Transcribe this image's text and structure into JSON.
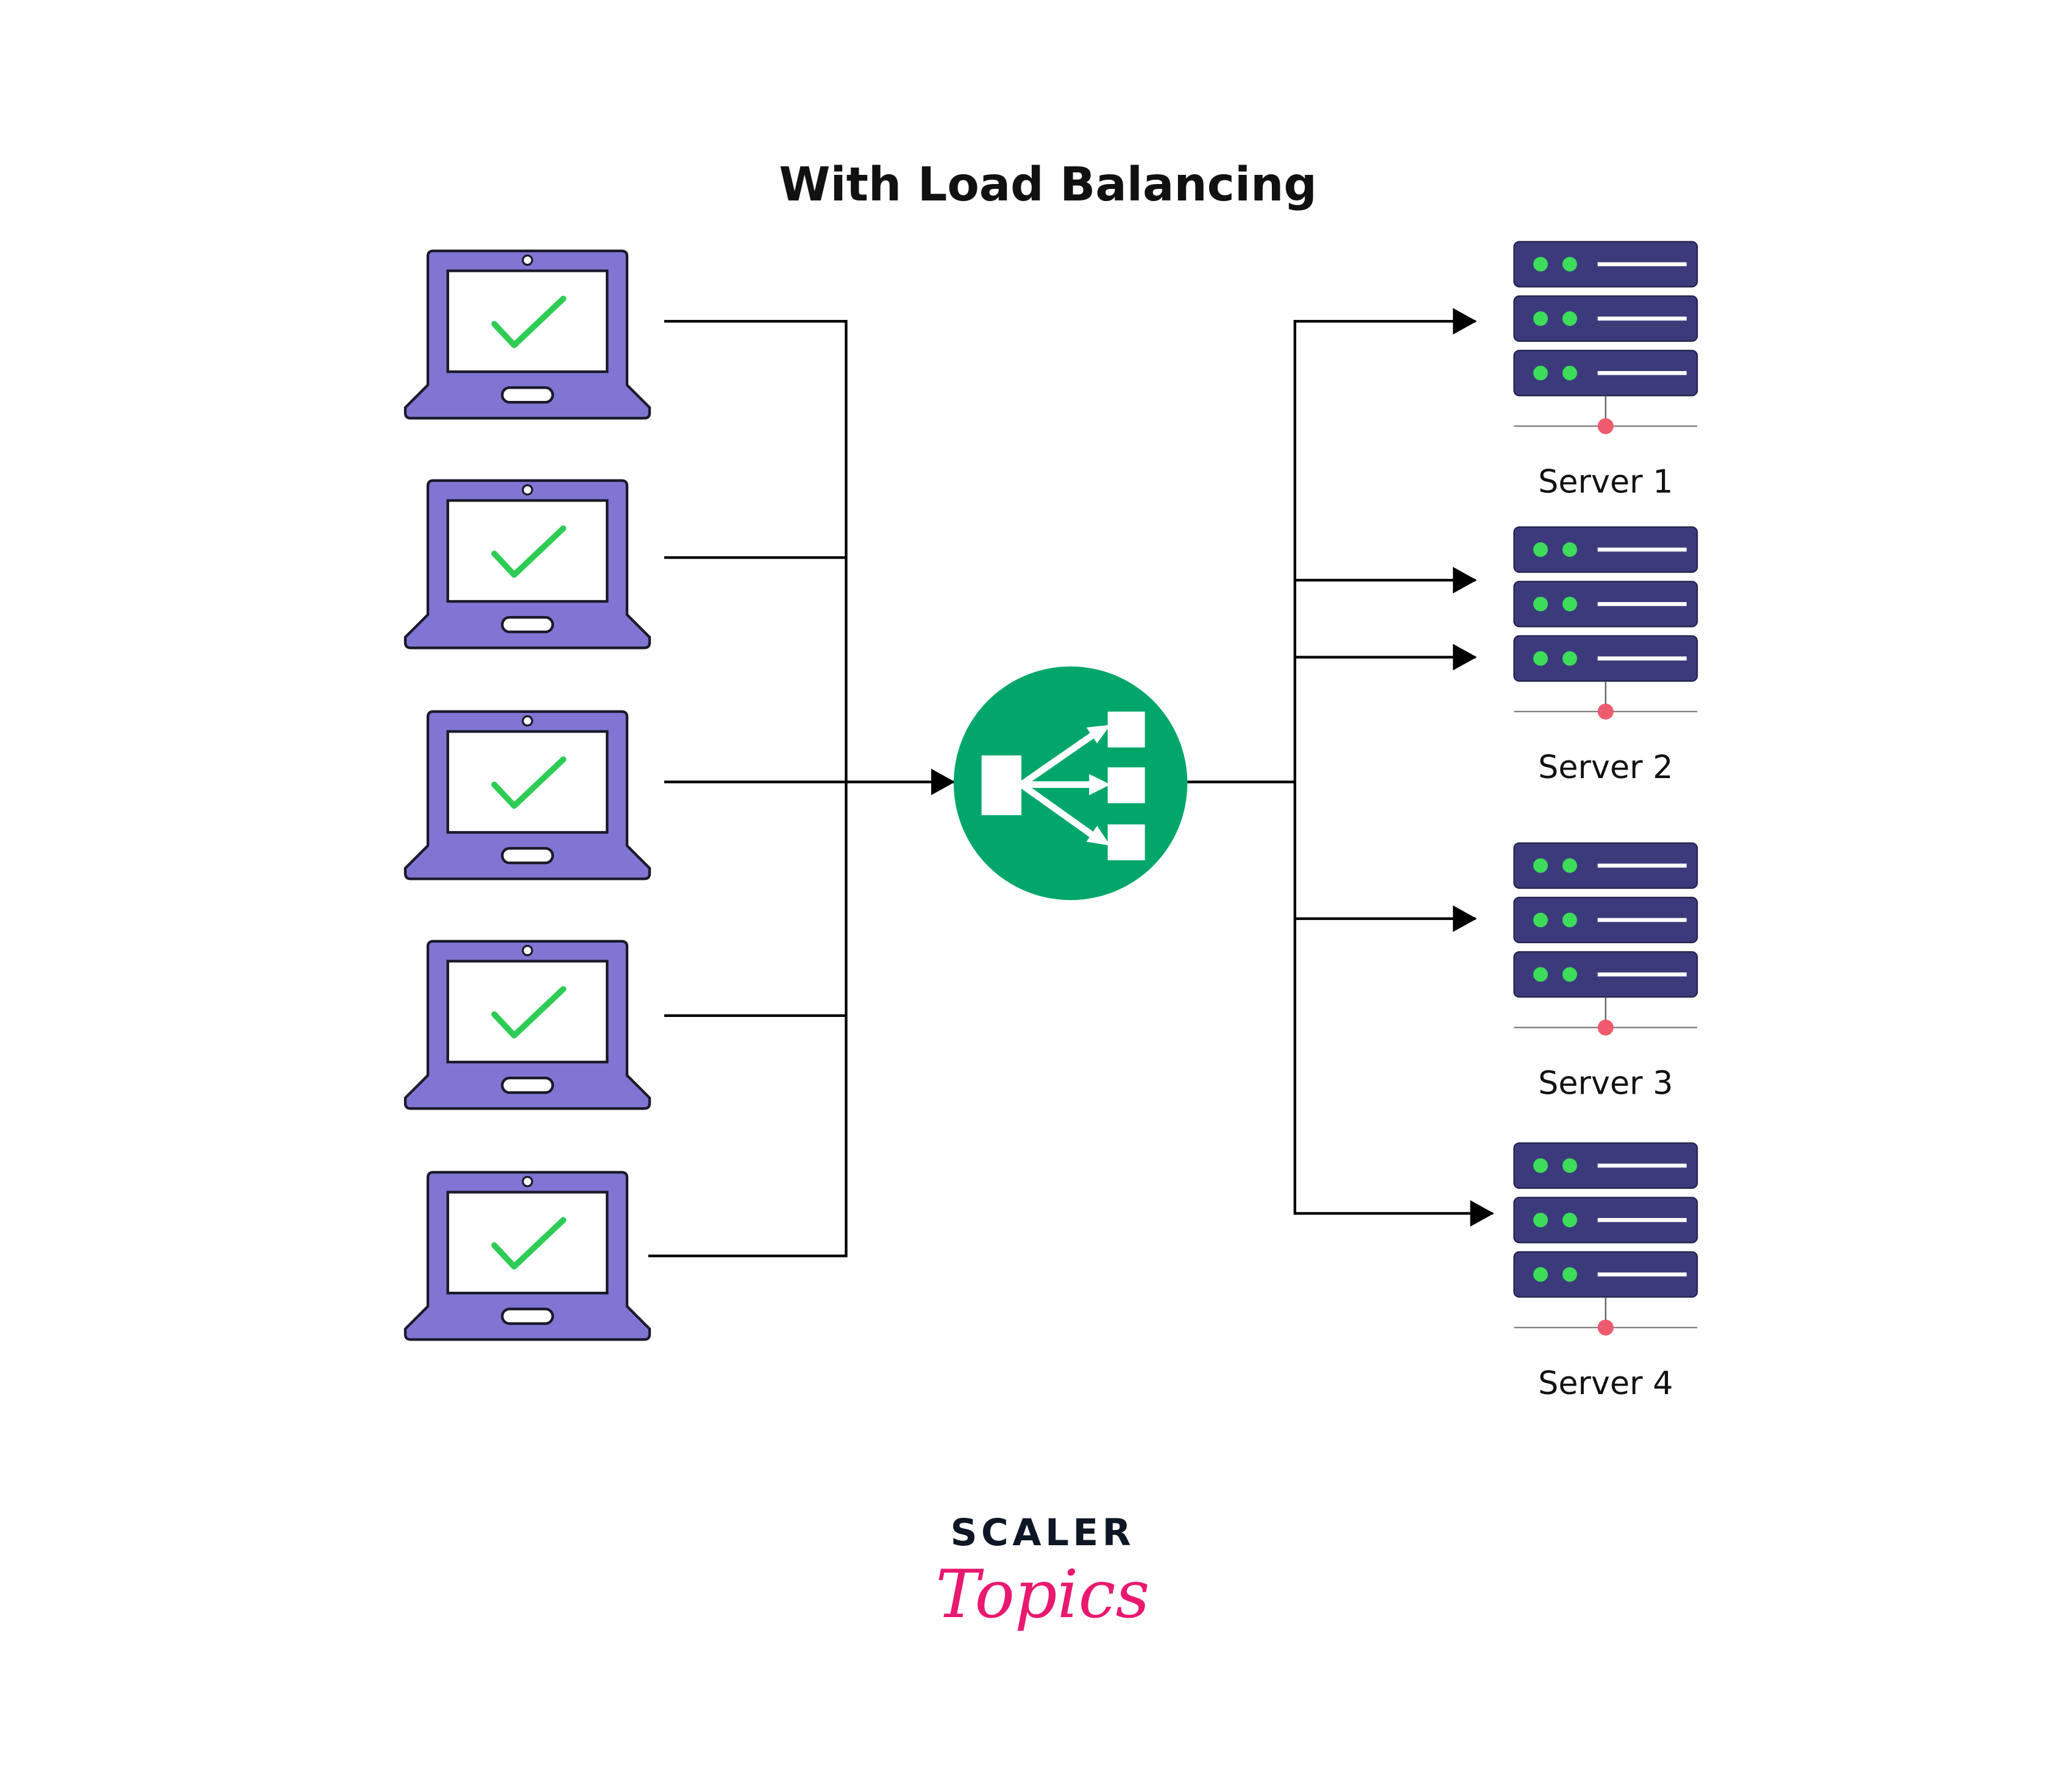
{
  "title": "With Load Balancing",
  "clients": {
    "count": 5,
    "icon": "laptop-check-icon"
  },
  "load_balancer": {
    "icon": "load-balancer-icon"
  },
  "servers": [
    {
      "label": "Server 1"
    },
    {
      "label": "Server 2"
    },
    {
      "label": "Server 3"
    },
    {
      "label": "Server 4"
    }
  ],
  "logo": {
    "line1": "SCALER",
    "line2": "Topics"
  },
  "colors": {
    "laptop": "#8075d3",
    "check": "#2ecc55",
    "server": "#3b3b7c",
    "led": "#3ddc5a",
    "connector": "#ef5b6e",
    "load_balancer": "#01a76a",
    "brand_pink": "#e8196e",
    "brand_dark": "#0d1726"
  }
}
